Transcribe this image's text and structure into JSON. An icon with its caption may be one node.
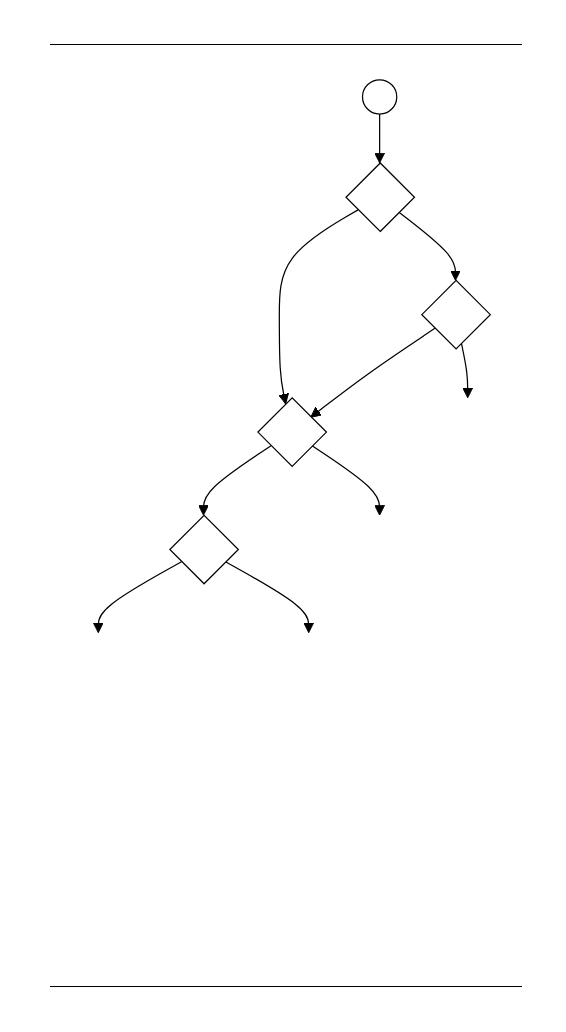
{
  "diagram": {
    "nodes": [
      {
        "text": [],
        "shape": "circle"
      },
      {
        "text": [],
        "shape": "diamond"
      },
      {
        "text": [],
        "shape": "diamond"
      },
      {
        "text": [],
        "shape": "diamond"
      },
      {
        "text": [],
        "shape": "diamond"
      }
    ],
    "edges": [
      {
        "from": 0,
        "to": 1,
        "arrow": "to"
      },
      {
        "from": 1,
        "to": 2,
        "arrow": "to"
      },
      {
        "from": 1,
        "to": 3,
        "arrow": "to"
      },
      {
        "from": 2,
        "to": null,
        "arrow": "to"
      },
      {
        "from": 2,
        "to": 3,
        "arrow": "to"
      },
      {
        "from": 3,
        "to": null,
        "arrow": "to"
      },
      {
        "from": 3,
        "to": 4,
        "arrow": "to"
      },
      {
        "from": 4,
        "to": null,
        "arrow": "to"
      },
      {
        "from": 4,
        "to": null,
        "arrow": "to"
      }
    ]
  }
}
